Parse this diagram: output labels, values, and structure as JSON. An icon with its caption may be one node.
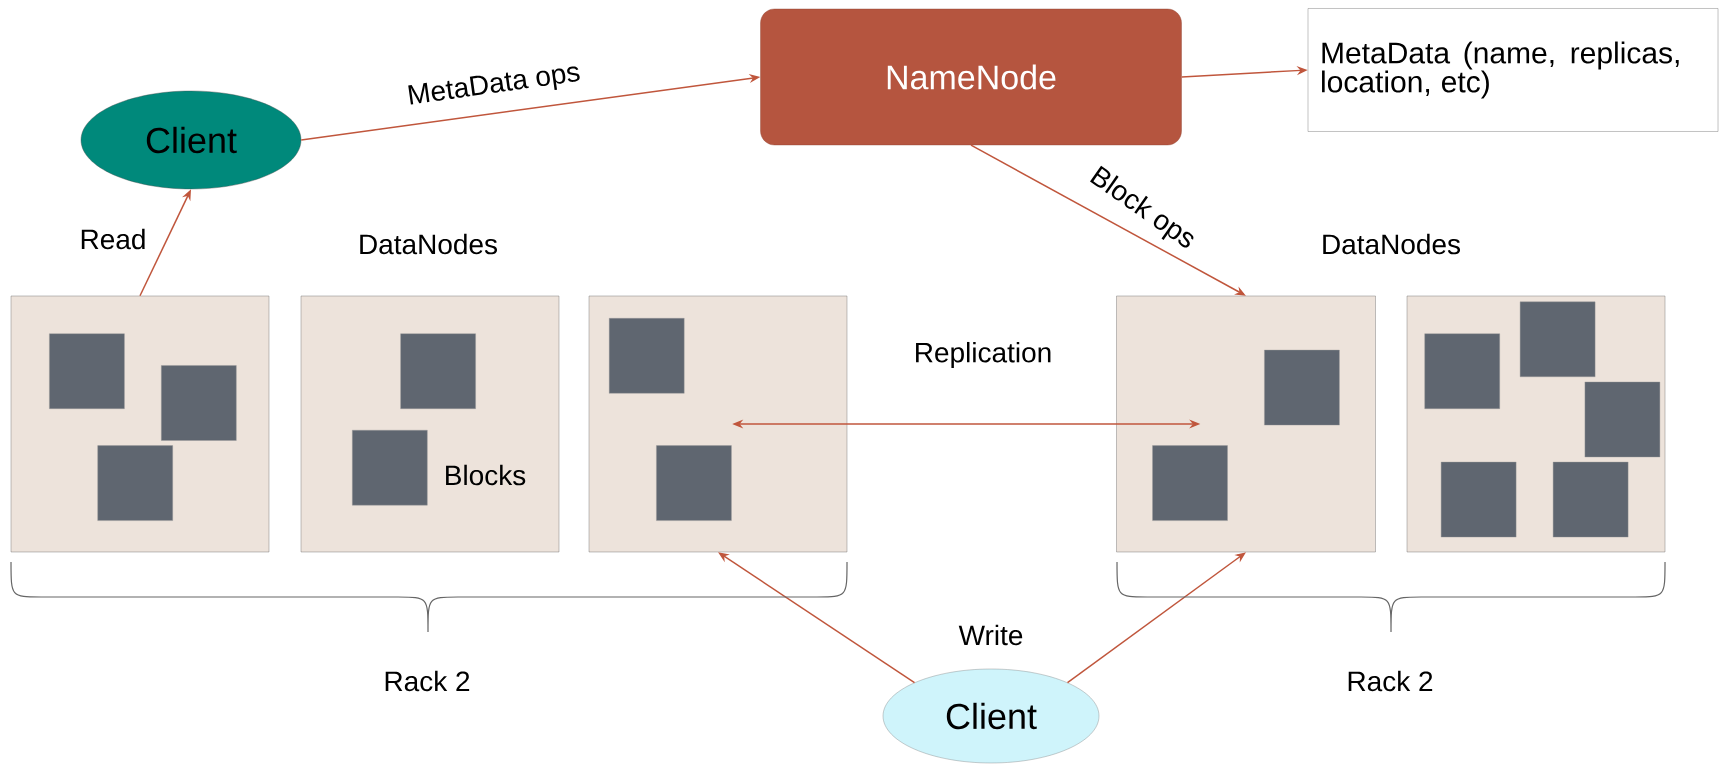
{
  "diagram": {
    "nodes": [
      {
        "text": [
          "Client"
        ]
      },
      {
        "text": [
          "NameNode"
        ]
      },
      {
        "text": [
          "MetaData (name, replicas, location, etc)"
        ]
      },
      {
        "text": [],
        "shape": "box"
      },
      {
        "text": [],
        "shape": "box"
      },
      {
        "text": [],
        "shape": "box"
      },
      {
        "text": [],
        "shape": "box"
      },
      {
        "text": [],
        "shape": "box"
      },
      {
        "text": [
          "Client"
        ],
        "beside": [
          "Write"
        ]
      }
    ],
    "edges": [
      {
        "from": 3,
        "to": 0,
        "arrow": "to",
        "label": "Read"
      },
      {
        "from": 0,
        "to": 1,
        "arrow": "to",
        "label": "MetaData ops"
      },
      {
        "from": 1,
        "to": 2,
        "arrow": "to"
      },
      {
        "from": 1,
        "to": 6,
        "arrow": "to",
        "label": "Block ops"
      },
      {
        "from": 5,
        "to": 6,
        "arrow": "both",
        "label": "Replication"
      },
      {
        "from": 8,
        "to": 5,
        "arrow": "to"
      },
      {
        "from": 8,
        "to": 6,
        "arrow": "to"
      }
    ],
    "labels": [
      "DataNodes",
      "DataNodes",
      "Blocks",
      "Rack 2",
      "Rack 2"
    ]
  }
}
